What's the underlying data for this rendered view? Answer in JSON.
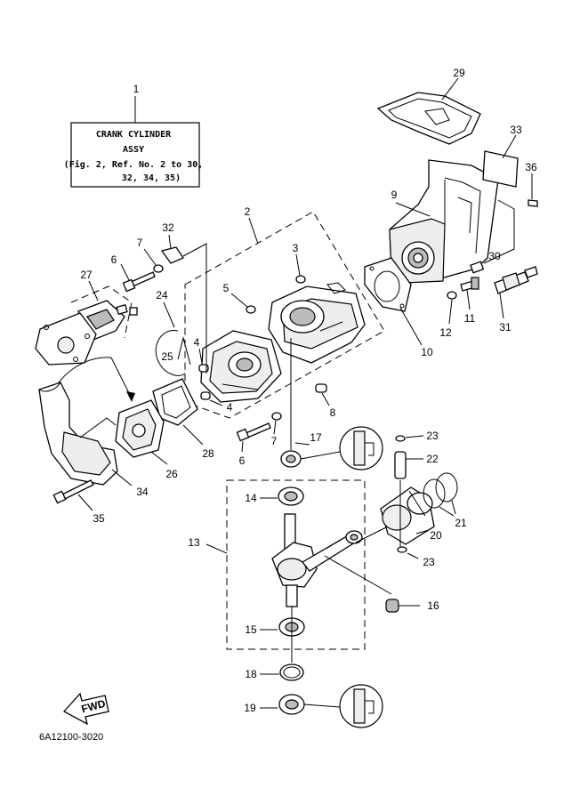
{
  "title_box": {
    "ref": "1",
    "line1": "CRANK CYLINDER",
    "line2": "ASSY",
    "line3": "(Fig. 2, Ref. No. 2 to 30,",
    "line4": "32, 34, 35)"
  },
  "figure_code": "6A12100-3020",
  "fwd_label": "FWD",
  "labels": {
    "p2": "2",
    "p3": "3",
    "p4a": "4",
    "p4b": "4",
    "p5": "5",
    "p6a": "6",
    "p6b": "6",
    "p7a": "7",
    "p7b": "7",
    "p8": "8",
    "p9": "9",
    "p10": "10",
    "p11": "11",
    "p12": "12",
    "p13": "13",
    "p14": "14",
    "p15": "15",
    "p16": "16",
    "p17": "17",
    "p18": "18",
    "p19": "19",
    "p20": "20",
    "p21": "21",
    "p22": "22",
    "p23a": "23",
    "p23b": "23",
    "p24": "24",
    "p25": "25",
    "p26": "26",
    "p27": "27",
    "p28": "28",
    "p29": "29",
    "p30": "30",
    "p31": "31",
    "p32": "32",
    "p33": "33",
    "p34": "34",
    "p35": "35",
    "p36": "36"
  }
}
